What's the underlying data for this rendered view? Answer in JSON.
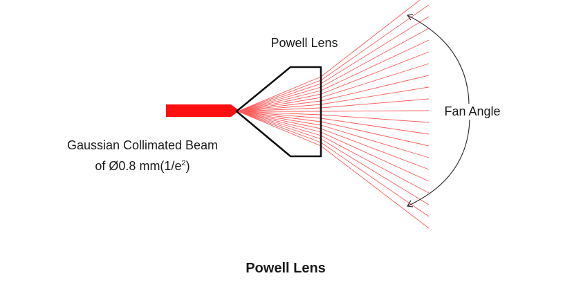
{
  "diagram": {
    "lens_label": "Powell Lens",
    "beam_label_line1": "Gaussian Collimated Beam",
    "beam_label_line2_prefix": "of Ø0.8 mm(1/e",
    "beam_label_line2_superscript": "2",
    "beam_label_line2_suffix": ")",
    "fan_angle_label": "Fan Angle",
    "caption": "Powell Lens",
    "ray_count": 21,
    "colors": {
      "beam": "#ff1010",
      "rays": "#ff5a5a",
      "lens_outline": "#111111",
      "arc": "#333333",
      "text": "#1a1a1a"
    }
  }
}
